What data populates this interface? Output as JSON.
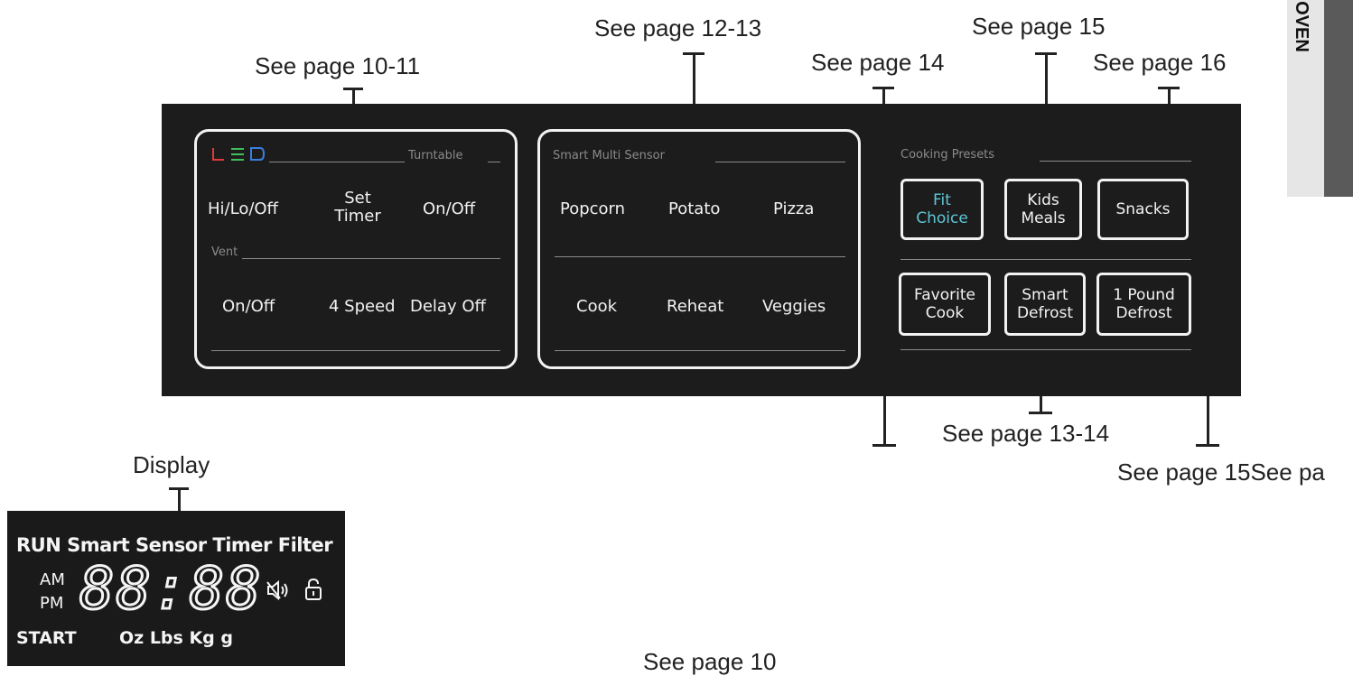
{
  "callouts": {
    "led": "See page 10-11",
    "sensor": "See page 12-13",
    "fit_choice": "See page 14",
    "kids_meals": "See page 15",
    "snacks": "See page 16",
    "favorite_smart": "See page 13-14",
    "pound_defrost": "See page 15See pa",
    "display": "Display",
    "bottom": "See page 10"
  },
  "side_tab": {
    "label": "OVEN"
  },
  "led_group": {
    "logo": "LED",
    "turntable_label": "Turntable",
    "vent_label": "Vent",
    "row1": [
      "Hi/Lo/Off",
      "Set",
      "Timer",
      "On/Off"
    ],
    "row2": [
      "On/Off",
      "4 Speed",
      "Delay Off"
    ]
  },
  "sensor_group": {
    "label": "Smart Multi Sensor",
    "row1": [
      "Popcorn",
      "Potato",
      "Pizza"
    ],
    "row2": [
      "Cook",
      "Reheat",
      "Veggies"
    ]
  },
  "presets": {
    "label": "Cooking Presets",
    "fit": [
      "Fit",
      "Choice"
    ],
    "kids": [
      "Kids",
      "Meals"
    ],
    "snacks": "Snacks",
    "favorite": [
      "Favorite",
      "Cook"
    ],
    "smart_defrost": [
      "Smart",
      "Defrost"
    ],
    "pound_defrost": [
      "1 Pound",
      "Defrost"
    ]
  },
  "display": {
    "top_row": "RUN Smart Sensor Timer Filter",
    "am": "AM",
    "pm": "PM",
    "digits": "88:88",
    "bottom_left": "START",
    "units": "Oz Lbs Kg g"
  },
  "colors": {
    "panel": "#1c1c1c",
    "fit_choice_text": "#5fc6d6",
    "led_red": "#e03a3a",
    "led_green": "#3fbf5a",
    "led_blue": "#3a7fe0"
  }
}
